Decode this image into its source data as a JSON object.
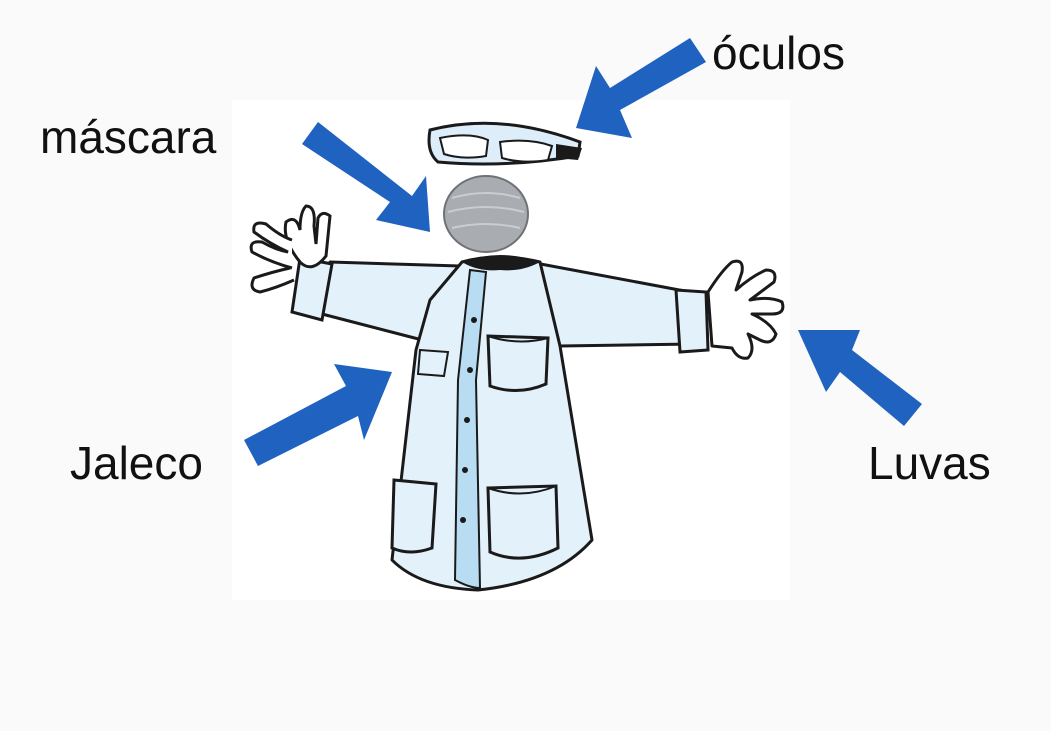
{
  "labels": {
    "mascara": "máscara",
    "oculos": "óculos",
    "jaleco": "Jaleco",
    "luvas": "Luvas"
  },
  "colors": {
    "arrow": "#1f62bf",
    "coat_fill": "#e3f1fb",
    "coat_shade": "#b8dcf2",
    "outline": "#1a1a1a",
    "mask": "#a9acb0",
    "background": "#fafafa"
  },
  "icons": [
    "goggles-icon",
    "mask-icon",
    "lab-coat-icon",
    "glove-icon",
    "arrow-icon"
  ]
}
